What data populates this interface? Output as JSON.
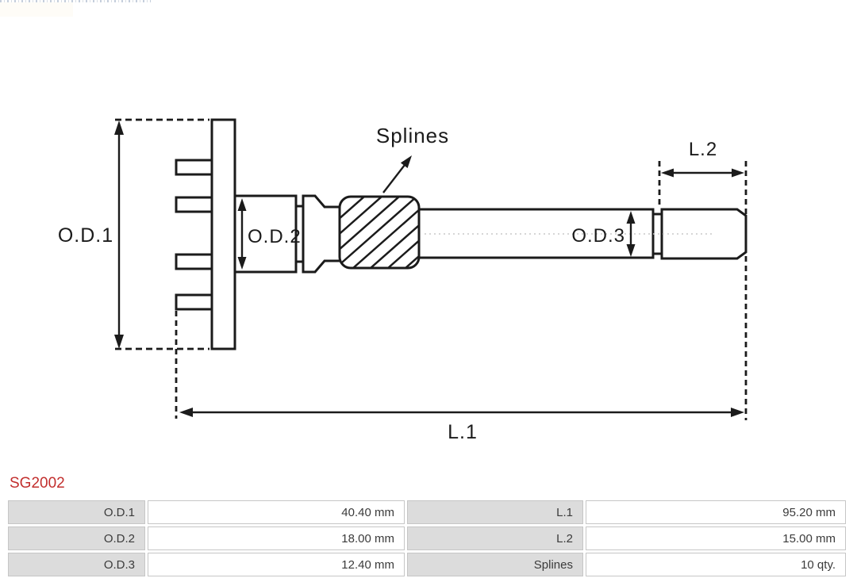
{
  "part": {
    "number": "SG2002"
  },
  "diagram": {
    "labels": {
      "od1": "O.D.1",
      "od2": "O.D.2",
      "od3": "O.D.3",
      "l1": "L.1",
      "l2": "L.2",
      "splines": "Splines"
    }
  },
  "specs": {
    "rows": [
      {
        "k1": "O.D.1",
        "v1": "40.40 mm",
        "k2": "L.1",
        "v2": "95.20 mm"
      },
      {
        "k1": "O.D.2",
        "v1": "18.00 mm",
        "k2": "L.2",
        "v2": "15.00 mm"
      },
      {
        "k1": "O.D.3",
        "v1": "12.40 mm",
        "k2": "Splines",
        "v2": "10 qty."
      }
    ]
  },
  "colors": {
    "accent_red": "#c22f2e",
    "line_black": "#1b1b1b",
    "cell_gray": "#dcdcdc",
    "cell_border": "#c6c6c6",
    "centerline_gray": "#c9c9c9"
  }
}
